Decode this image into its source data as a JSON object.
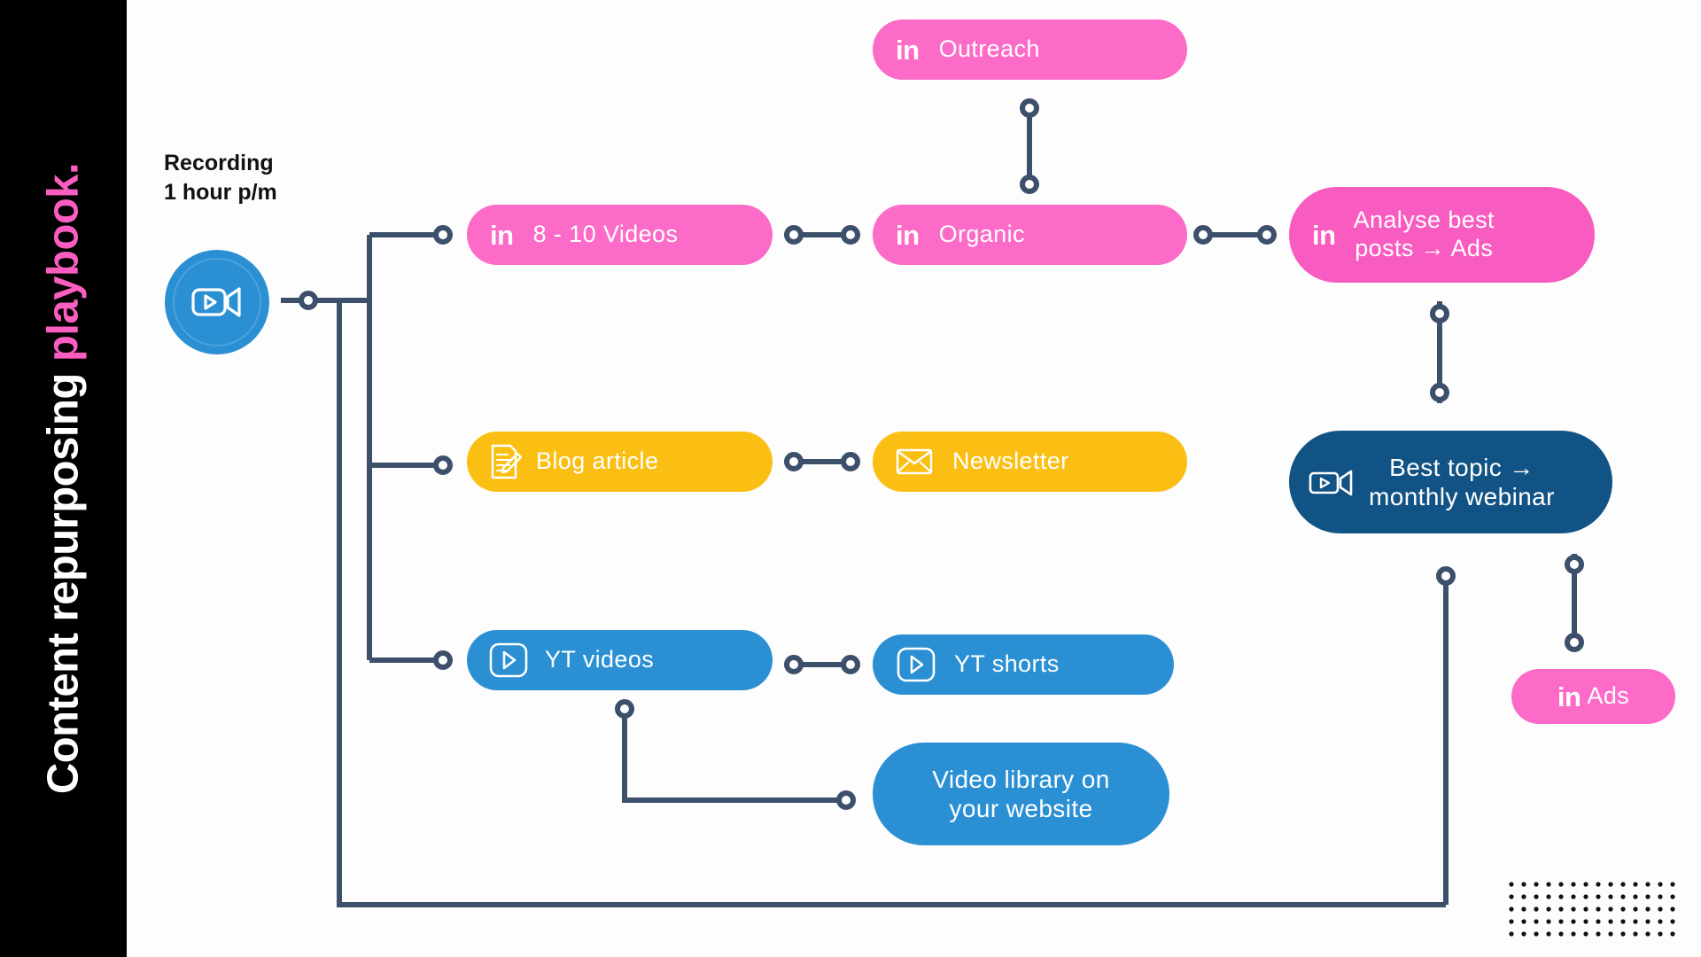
{
  "sidebar": {
    "line_white": "Content repurposing ",
    "line_pink": "playbook."
  },
  "source": {
    "caption": "Recording\n1 hour p/m",
    "icon": "video-camera-icon",
    "color": "#2b90d3"
  },
  "colors": {
    "pink": "#fb6bc7",
    "pink_strong": "#f95cc0",
    "yellow": "#fbbf14",
    "blue": "#2b90d3",
    "navy": "#115384",
    "connector": "#3c4f6b",
    "sidebar_bg": "#000000",
    "canvas_bg": "#fdfdfd"
  },
  "nodes": {
    "outreach": {
      "label": "Outreach",
      "badge": "in",
      "icon": "linkedin-icon",
      "color": "pink"
    },
    "videos": {
      "label": "8 - 10  Videos",
      "badge": "in",
      "icon": "linkedin-icon",
      "color": "pink"
    },
    "organic": {
      "label": "Organic",
      "badge": "in",
      "icon": "linkedin-icon",
      "color": "pink"
    },
    "analyse": {
      "label": "Analyse best\nposts → Ads",
      "badge": "in",
      "icon": "linkedin-icon",
      "color": "pink_strong"
    },
    "blog": {
      "label": "Blog article",
      "badge": "",
      "icon": "document-pencil-icon",
      "color": "yellow"
    },
    "newsletter": {
      "label": "Newsletter",
      "badge": "",
      "icon": "envelope-icon",
      "color": "yellow"
    },
    "webinar": {
      "label": "Best topic →\nmonthly webinar",
      "badge": "",
      "icon": "video-camera-icon",
      "color": "navy"
    },
    "yt_videos": {
      "label": "YT  videos",
      "badge": "",
      "icon": "play-button-icon",
      "color": "blue"
    },
    "yt_shorts": {
      "label": "YT shorts",
      "badge": "",
      "icon": "play-button-icon",
      "color": "blue"
    },
    "library": {
      "label": "Video library on\nyour website",
      "badge": "",
      "icon": "",
      "color": "blue"
    },
    "ads": {
      "label": "Ads",
      "badge": "in",
      "icon": "linkedin-icon",
      "color": "pink"
    }
  },
  "decor": {
    "dot_grid": "dot-grid-pattern",
    "dot_rows": 5,
    "dot_cols": 14
  }
}
